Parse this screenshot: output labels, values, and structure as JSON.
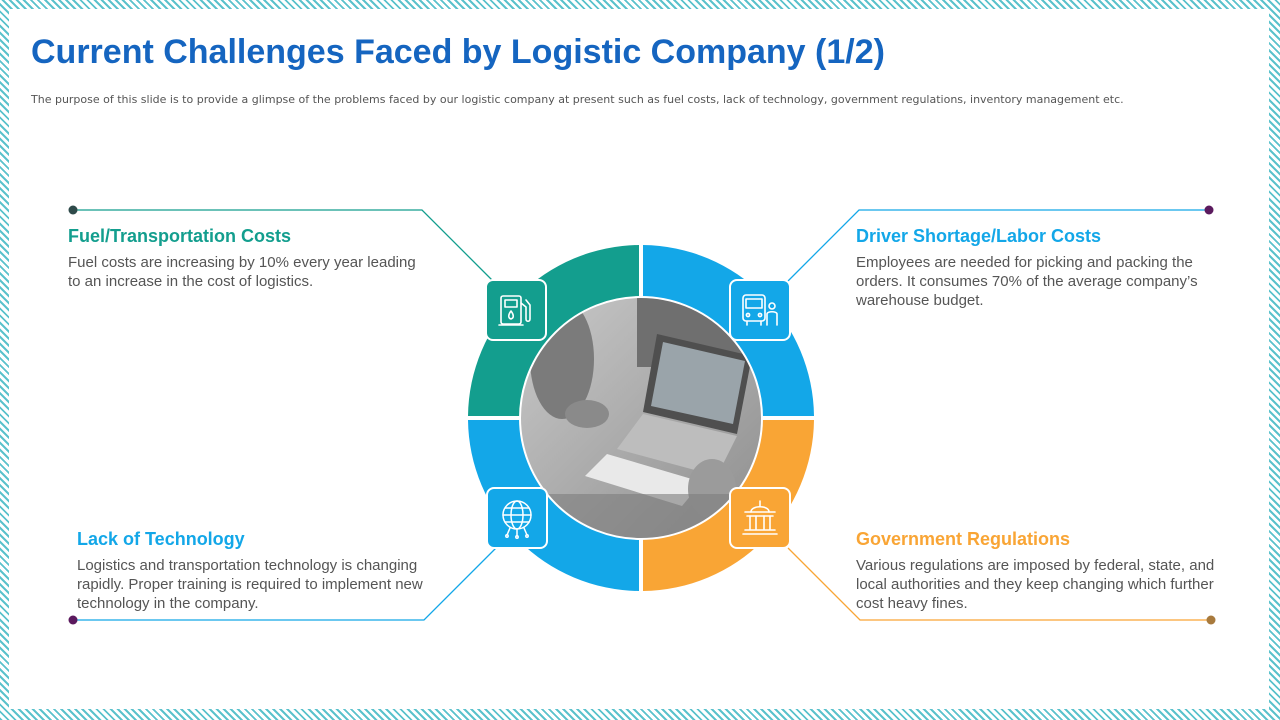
{
  "title": "Current Challenges Faced by Logistic Company (1/2)",
  "subtitle": "The purpose of this slide is to provide a glimpse of the problems faced by our logistic company at present such as fuel costs, lack of technology, government  regulations, inventory management etc.",
  "colors": {
    "title": "#1565c0",
    "teal": "#139e8e",
    "blue": "#13a7e8",
    "orange": "#f9a535",
    "purple": "#5b1a5e",
    "brown": "#a87a3d",
    "dark": "#2e4a4a"
  },
  "challenges": [
    {
      "heading": "Fuel/Transportation Costs",
      "text": "Fuel costs are increasing by 10% every year leading to an increase in the cost of logistics.",
      "icon": "fuel-pump-icon"
    },
    {
      "heading": "Driver Shortage/Labor Costs",
      "text": "Employees are needed for picking and packing the orders. It consumes 70% of the average company’s warehouse budget.",
      "icon": "bus-driver-icon"
    },
    {
      "heading": "Lack of Technology",
      "text": "Logistics and transportation technology  is changing rapidly. Proper training is required to implement new technology in the company.",
      "icon": "globe-circuit-icon"
    },
    {
      "heading": "Government Regulations",
      "text": "Various regulations  are imposed by federal,  state, and local authorities and they keep changing which further  cost heavy fines.",
      "icon": "government-building-icon"
    }
  ]
}
